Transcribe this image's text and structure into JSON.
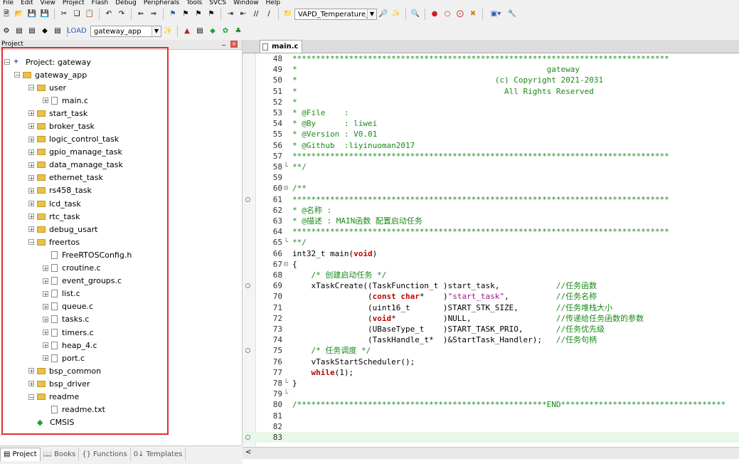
{
  "menu": [
    "File",
    "Edit",
    "View",
    "Project",
    "Flash",
    "Debug",
    "Peripherals",
    "Tools",
    "SVCS",
    "Window",
    "Help"
  ],
  "toolbar": {
    "target_combo": "VAPD_Temperature_",
    "target_combo2": "gateway_app"
  },
  "project_panel": {
    "title": "Project",
    "pin": "−",
    "close": "×",
    "root": "Project: gateway",
    "items": [
      {
        "label": "gateway_app",
        "type": "folder",
        "level": 1,
        "expanded": true
      },
      {
        "label": "user",
        "type": "folder",
        "level": 2,
        "expanded": true
      },
      {
        "label": "main.c",
        "type": "file",
        "level": 3,
        "expandable": true
      },
      {
        "label": "start_task",
        "type": "folder",
        "level": 2,
        "expanded": false
      },
      {
        "label": "broker_task",
        "type": "folder",
        "level": 2,
        "expanded": false
      },
      {
        "label": "logic_control_task",
        "type": "folder",
        "level": 2,
        "expanded": false
      },
      {
        "label": "gpio_manage_task",
        "type": "folder",
        "level": 2,
        "expanded": false
      },
      {
        "label": "data_manage_task",
        "type": "folder",
        "level": 2,
        "expanded": false
      },
      {
        "label": "ethernet_task",
        "type": "folder",
        "level": 2,
        "expanded": false
      },
      {
        "label": "rs458_task",
        "type": "folder",
        "level": 2,
        "expanded": false
      },
      {
        "label": "lcd_task",
        "type": "folder",
        "level": 2,
        "expanded": false
      },
      {
        "label": "rtc_task",
        "type": "folder",
        "level": 2,
        "expanded": false
      },
      {
        "label": "debug_usart",
        "type": "folder",
        "level": 2,
        "expanded": false
      },
      {
        "label": "freertos",
        "type": "folder",
        "level": 2,
        "expanded": true
      },
      {
        "label": "FreeRTOSConfig.h",
        "type": "file",
        "level": 3,
        "expandable": false
      },
      {
        "label": "croutine.c",
        "type": "file",
        "level": 3,
        "expandable": true
      },
      {
        "label": "event_groups.c",
        "type": "file",
        "level": 3,
        "expandable": true
      },
      {
        "label": "list.c",
        "type": "file",
        "level": 3,
        "expandable": true
      },
      {
        "label": "queue.c",
        "type": "file",
        "level": 3,
        "expandable": true
      },
      {
        "label": "tasks.c",
        "type": "file",
        "level": 3,
        "expandable": true
      },
      {
        "label": "timers.c",
        "type": "file",
        "level": 3,
        "expandable": true
      },
      {
        "label": "heap_4.c",
        "type": "file",
        "level": 3,
        "expandable": true
      },
      {
        "label": "port.c",
        "type": "file",
        "level": 3,
        "expandable": true
      },
      {
        "label": "bsp_common",
        "type": "folder",
        "level": 2,
        "expanded": false
      },
      {
        "label": "bsp_driver",
        "type": "folder",
        "level": 2,
        "expanded": false
      },
      {
        "label": "readme",
        "type": "folder",
        "level": 2,
        "expanded": true
      },
      {
        "label": "readme.txt",
        "type": "file",
        "level": 3,
        "expandable": false
      },
      {
        "label": "CMSIS",
        "type": "component",
        "level": 2,
        "expanded": false
      }
    ]
  },
  "bottom_tabs": [
    {
      "label": "Project",
      "active": true,
      "icon": "project-icon"
    },
    {
      "label": "Books",
      "active": false,
      "icon": "books-icon"
    },
    {
      "label": "Functions",
      "active": false,
      "icon": "functions-icon"
    },
    {
      "label": "Templates",
      "active": false,
      "icon": "templates-icon"
    }
  ],
  "editor": {
    "tab": "main.c",
    "lines": [
      {
        "n": "48",
        "fold": "",
        "bp": false,
        "hl": false,
        "parts": [
          [
            "cm",
            "********************************************************************************"
          ]
        ]
      },
      {
        "n": "49",
        "fold": "",
        "bp": false,
        "hl": false,
        "parts": [
          [
            "cm",
            "*                                                     gateway"
          ]
        ]
      },
      {
        "n": "50",
        "fold": "",
        "bp": false,
        "hl": false,
        "parts": [
          [
            "cm",
            "*                                          (c) Copyright 2021-2031"
          ]
        ]
      },
      {
        "n": "51",
        "fold": "",
        "bp": false,
        "hl": false,
        "parts": [
          [
            "cm",
            "*                                            All Rights Reserved"
          ]
        ]
      },
      {
        "n": "52",
        "fold": "",
        "bp": false,
        "hl": false,
        "parts": [
          [
            "cm",
            "*"
          ]
        ]
      },
      {
        "n": "53",
        "fold": "",
        "bp": false,
        "hl": false,
        "parts": [
          [
            "cm",
            "* @File    :"
          ]
        ]
      },
      {
        "n": "54",
        "fold": "",
        "bp": false,
        "hl": false,
        "parts": [
          [
            "cm",
            "* @By      : liwei"
          ]
        ]
      },
      {
        "n": "55",
        "fold": "",
        "bp": false,
        "hl": false,
        "parts": [
          [
            "cm",
            "* @Version : V0.01"
          ]
        ]
      },
      {
        "n": "56",
        "fold": "",
        "bp": false,
        "hl": false,
        "parts": [
          [
            "cm",
            "* @Github  :liyinuoman2017"
          ]
        ]
      },
      {
        "n": "57",
        "fold": "",
        "bp": false,
        "hl": false,
        "parts": [
          [
            "cm",
            "********************************************************************************"
          ]
        ]
      },
      {
        "n": "58",
        "fold": "└",
        "bp": false,
        "hl": false,
        "parts": [
          [
            "cm",
            "**/"
          ]
        ]
      },
      {
        "n": "59",
        "fold": "",
        "bp": false,
        "hl": false,
        "parts": []
      },
      {
        "n": "60",
        "fold": "⊟",
        "bp": false,
        "hl": false,
        "parts": [
          [
            "cm",
            "/**"
          ]
        ]
      },
      {
        "n": "61",
        "fold": "",
        "bp": true,
        "hl": false,
        "parts": [
          [
            "cm",
            "********************************************************************************"
          ]
        ]
      },
      {
        "n": "62",
        "fold": "",
        "bp": false,
        "hl": false,
        "parts": [
          [
            "cm",
            "* @名称 :"
          ]
        ]
      },
      {
        "n": "63",
        "fold": "",
        "bp": false,
        "hl": false,
        "parts": [
          [
            "cm",
            "* @描述 : MAIN函数 配置启动任务"
          ]
        ]
      },
      {
        "n": "64",
        "fold": "",
        "bp": false,
        "hl": false,
        "parts": [
          [
            "cm",
            "********************************************************************************"
          ]
        ]
      },
      {
        "n": "65",
        "fold": "└",
        "bp": false,
        "hl": false,
        "parts": [
          [
            "cm",
            "**/"
          ]
        ]
      },
      {
        "n": "66",
        "fold": "",
        "bp": false,
        "hl": false,
        "parts": [
          [
            "pl",
            "int32_t main("
          ],
          [
            "kw",
            "void"
          ],
          [
            "pl",
            ")"
          ]
        ]
      },
      {
        "n": "67",
        "fold": "⊟",
        "bp": false,
        "hl": false,
        "parts": [
          [
            "pl",
            "{"
          ]
        ]
      },
      {
        "n": "68",
        "fold": "",
        "bp": false,
        "hl": false,
        "parts": [
          [
            "pl",
            "    "
          ],
          [
            "cm",
            "/* 创建启动任务 */"
          ]
        ]
      },
      {
        "n": "69",
        "fold": "",
        "bp": true,
        "hl": false,
        "parts": [
          [
            "pl",
            "    xTaskCreate((TaskFunction_t )start_task,            "
          ],
          [
            "cm",
            "//任务函数"
          ]
        ]
      },
      {
        "n": "70",
        "fold": "",
        "bp": false,
        "hl": false,
        "parts": [
          [
            "pl",
            "                ("
          ],
          [
            "kw",
            "const char"
          ],
          [
            "pl",
            "*    )"
          ],
          [
            "str",
            "\"start_task\""
          ],
          [
            "pl",
            ",          "
          ],
          [
            "cm",
            "//任务名称"
          ]
        ]
      },
      {
        "n": "71",
        "fold": "",
        "bp": false,
        "hl": false,
        "parts": [
          [
            "pl",
            "                (uint16_t       )START_STK_SIZE,        "
          ],
          [
            "cm",
            "//任务堆栈大小"
          ]
        ]
      },
      {
        "n": "72",
        "fold": "",
        "bp": false,
        "hl": false,
        "parts": [
          [
            "pl",
            "                ("
          ],
          [
            "kw",
            "void"
          ],
          [
            "pl",
            "*          )NULL,                  "
          ],
          [
            "cm",
            "//传递给任务函数的参数"
          ]
        ]
      },
      {
        "n": "73",
        "fold": "",
        "bp": false,
        "hl": false,
        "parts": [
          [
            "pl",
            "                (UBaseType_t    )START_TASK_PRIO,       "
          ],
          [
            "cm",
            "//任务优先级"
          ]
        ]
      },
      {
        "n": "74",
        "fold": "",
        "bp": false,
        "hl": false,
        "parts": [
          [
            "pl",
            "                (TaskHandle_t*  )&StartTask_Handler);   "
          ],
          [
            "cm",
            "//任务句柄"
          ]
        ]
      },
      {
        "n": "75",
        "fold": "",
        "bp": true,
        "hl": false,
        "parts": [
          [
            "pl",
            "    "
          ],
          [
            "cm",
            "/* 任务调度 */"
          ]
        ]
      },
      {
        "n": "76",
        "fold": "",
        "bp": false,
        "hl": false,
        "parts": [
          [
            "pl",
            "    vTaskStartScheduler();"
          ]
        ]
      },
      {
        "n": "77",
        "fold": "",
        "bp": false,
        "hl": false,
        "parts": [
          [
            "pl",
            "    "
          ],
          [
            "kw",
            "while"
          ],
          [
            "pl",
            "(1);"
          ]
        ]
      },
      {
        "n": "78",
        "fold": "└",
        "bp": false,
        "hl": false,
        "parts": [
          [
            "pl",
            "}"
          ]
        ]
      },
      {
        "n": "79",
        "fold": "└",
        "bp": false,
        "hl": false,
        "parts": []
      },
      {
        "n": "80",
        "fold": "",
        "bp": false,
        "hl": false,
        "parts": [
          [
            "cm",
            "/*****************************************************END***********************************"
          ]
        ]
      },
      {
        "n": "81",
        "fold": "",
        "bp": false,
        "hl": false,
        "parts": []
      },
      {
        "n": "82",
        "fold": "",
        "bp": false,
        "hl": false,
        "parts": []
      },
      {
        "n": "83",
        "fold": "",
        "bp": true,
        "hl": true,
        "parts": []
      }
    ]
  }
}
